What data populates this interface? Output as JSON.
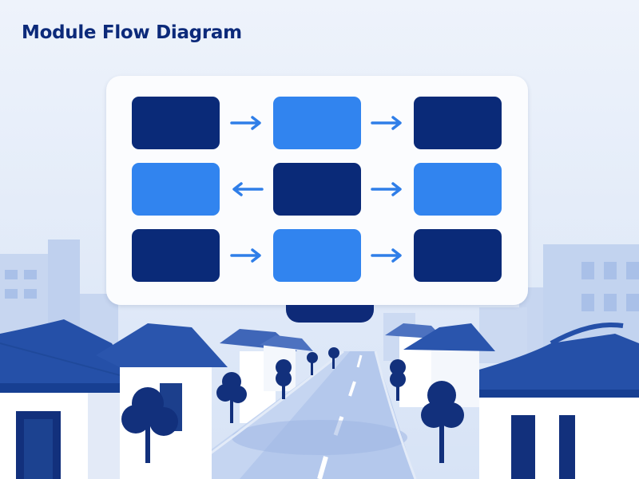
{
  "title": "Module Flow Diagram",
  "colors": {
    "title": "#0c2a7a",
    "dark_module": "#0a2a78",
    "light_module": "#3184ef",
    "arrow": "#2f7ee8",
    "sky": "#eef3fb",
    "roof": "#2550a8",
    "wall": "#ffffff",
    "road": "#b4c8ec",
    "tree": "#12307c"
  },
  "diagram": {
    "grid": {
      "rows": 3,
      "cols": 3
    },
    "modules": [
      {
        "row": 0,
        "col": 0,
        "shade": "dark"
      },
      {
        "row": 0,
        "col": 1,
        "shade": "light"
      },
      {
        "row": 0,
        "col": 2,
        "shade": "dark"
      },
      {
        "row": 1,
        "col": 0,
        "shade": "light"
      },
      {
        "row": 1,
        "col": 1,
        "shade": "dark"
      },
      {
        "row": 1,
        "col": 2,
        "shade": "light"
      },
      {
        "row": 2,
        "col": 0,
        "shade": "dark"
      },
      {
        "row": 2,
        "col": 1,
        "shade": "light"
      },
      {
        "row": 2,
        "col": 2,
        "shade": "dark"
      }
    ],
    "arrows": [
      {
        "row": 0,
        "between": [
          0,
          1
        ],
        "direction": "right"
      },
      {
        "row": 0,
        "between": [
          1,
          2
        ],
        "direction": "right"
      },
      {
        "row": 1,
        "between": [
          0,
          1
        ],
        "direction": "left"
      },
      {
        "row": 1,
        "between": [
          1,
          2
        ],
        "direction": "right"
      },
      {
        "row": 2,
        "between": [
          0,
          1
        ],
        "direction": "right"
      },
      {
        "row": 2,
        "between": [
          1,
          2
        ],
        "direction": "right"
      }
    ]
  },
  "background": {
    "scene": "street-with-traditional-houses",
    "icons": [
      "traditional-house-icon",
      "tree-icon",
      "road-icon",
      "building-icon"
    ]
  }
}
